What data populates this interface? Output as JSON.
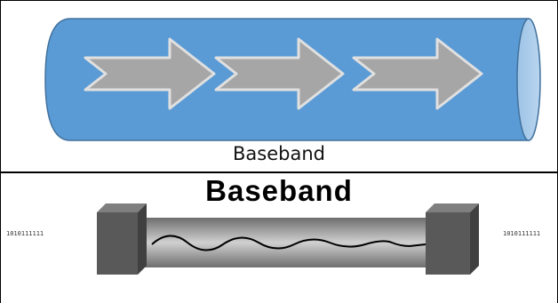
{
  "top_panel": {
    "caption": "Baseband",
    "colors": {
      "cable": "#5b9bd5",
      "cable_edge": "#41719c",
      "arrow": "#a6a6a6",
      "arrow_edge": "#d9d9d9"
    },
    "icons": [
      "arrow-right-icon",
      "arrow-right-icon",
      "arrow-right-icon"
    ]
  },
  "bottom_panel": {
    "title": "Baseband",
    "bits_left": "1010111111",
    "bits_right": "1010111111",
    "colors": {
      "connector": "#595959",
      "cable": "#8c8c8c",
      "wave": "#000000"
    }
  }
}
